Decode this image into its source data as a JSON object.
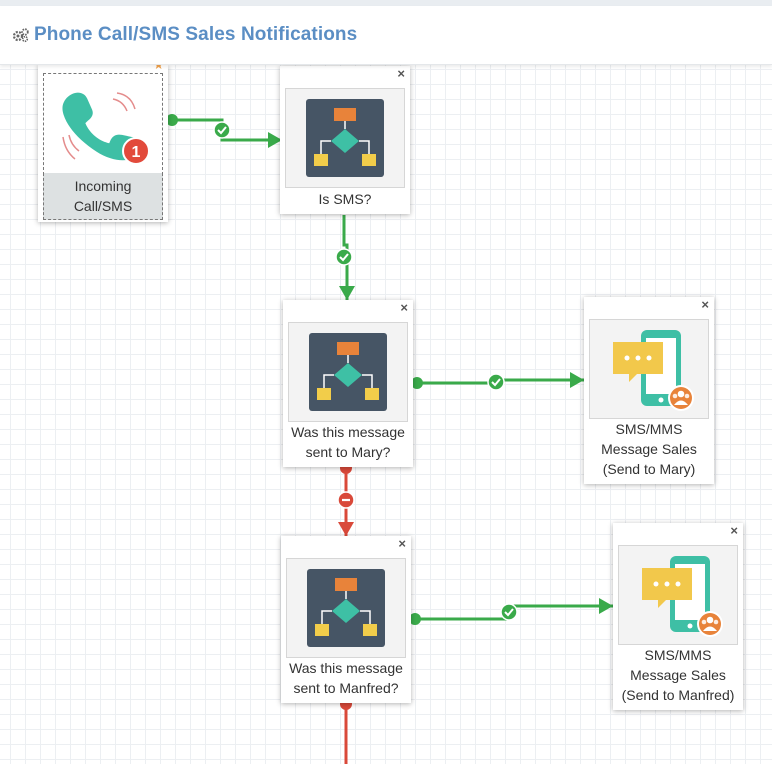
{
  "header": {
    "title": "Phone Call/SMS Sales Notifications",
    "icon": "cogs-icon",
    "title_color": "#5b8ec4"
  },
  "nodes": {
    "incoming": {
      "label": "Incoming\nCall/SMS",
      "icon": "phone-ringing-icon",
      "badge": "1"
    },
    "is_sms": {
      "label": "Is SMS?",
      "icon": "flowchart-decision-icon",
      "close": "×"
    },
    "sent_to_mary": {
      "label": "Was this message\nsent to Mary?",
      "icon": "flowchart-decision-icon",
      "close": "×"
    },
    "sms_mary": {
      "label": "SMS/MMS\nMessage Sales\n(Send to Mary)",
      "icon": "sms-message-icon",
      "close": "×"
    },
    "sent_to_manfred": {
      "label": "Was this message\nsent to Manfred?",
      "icon": "flowchart-decision-icon",
      "close": "×"
    },
    "sms_manfred": {
      "label": "SMS/MMS\nMessage Sales\n(Send to Manfred)",
      "icon": "sms-message-icon",
      "close": "×"
    }
  },
  "colors": {
    "yes_connector": "#3aaa4a",
    "no_connector": "#d9493a",
    "decision_bg": "#465565",
    "decision_orange": "#e8833a",
    "decision_teal": "#3ec0a5",
    "decision_yellow": "#f2cd4a",
    "phone_teal": "#3ebfa5",
    "badge_red": "#e24a3b"
  }
}
